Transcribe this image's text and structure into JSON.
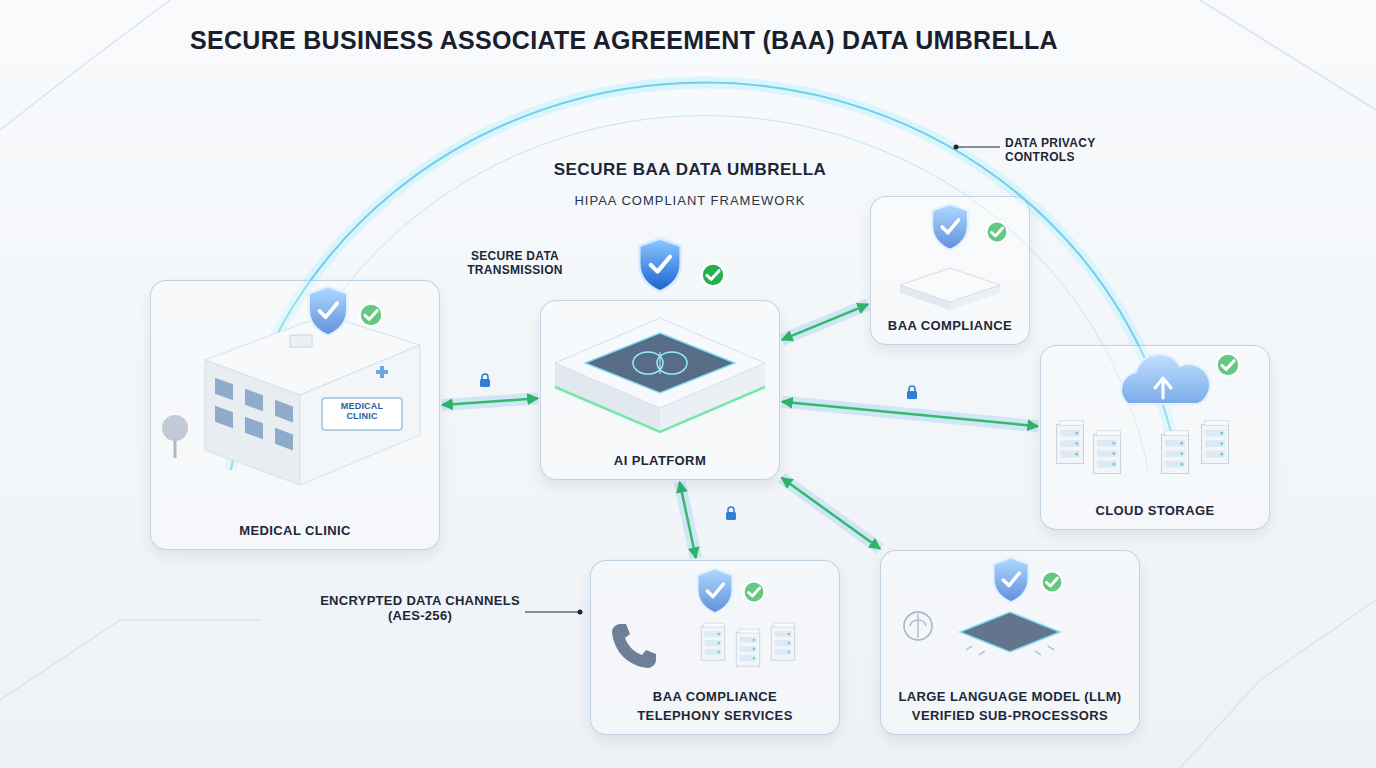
{
  "diagram": {
    "title": "SECURE BUSINESS ASSOCIATE AGREEMENT (BAA) DATA UMBRELLA",
    "nodes": [
      {
        "text": [
          "MEDICAL CLINIC"
        ]
      },
      {
        "text": [
          "AI PLATFORM"
        ]
      },
      {
        "text": [
          "BAA COMPLIANCE"
        ]
      },
      {
        "text": [
          "CLOUD STORAGE"
        ]
      },
      {
        "text": [
          "BAA COMPLIANCE",
          "TELEPHONY SERVICES"
        ]
      },
      {
        "text": [
          "LARGE LANGUAGE MODEL (LLM)",
          "VERIFIED SUB-PROCESSORS"
        ]
      }
    ],
    "edges": [
      {
        "from": 0,
        "to": 1,
        "arrow": "both"
      },
      {
        "from": 1,
        "to": 2,
        "arrow": "both"
      },
      {
        "from": 1,
        "to": 3,
        "arrow": "both"
      },
      {
        "from": 1,
        "to": 4,
        "arrow": "both"
      },
      {
        "from": 1,
        "to": 5,
        "arrow": "both"
      }
    ],
    "labels": [
      "SECURE BAA DATA UMBRELLA",
      "HIPAA COMPLIANT FRAMEWORK",
      "DATA PRIVACY CONTROLS",
      "SECURE DATA TRANSMISSION",
      "ENCRYPTED DATA CHANNELS (AES-256)",
      "MEDICAL CLINIC"
    ]
  }
}
